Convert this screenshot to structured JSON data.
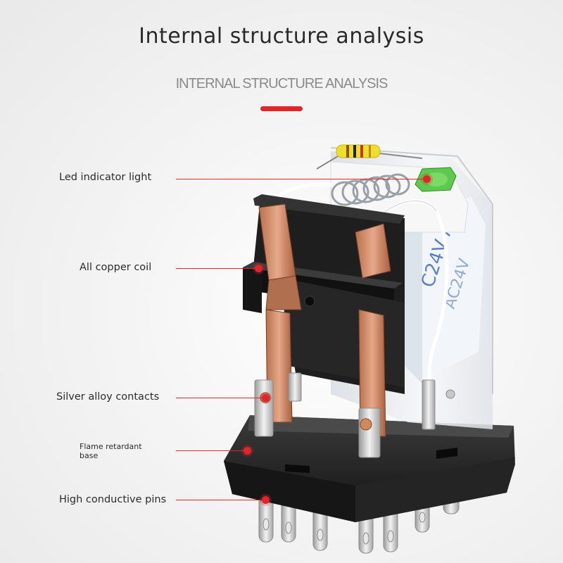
{
  "header": {
    "title": "Internal structure analysis",
    "subtitle": "INTERNAL STRUCTURE ANALYSIS"
  },
  "colors": {
    "accent": "#e0262a",
    "background": "#f3f3f3",
    "text": "#2a2a2a"
  },
  "relay_print": "C24V AC",
  "callouts": [
    {
      "label": "Led indicator light"
    },
    {
      "label": "All copper coil"
    },
    {
      "label": "Silver alloy contacts"
    },
    {
      "label": "Flame retardant base"
    },
    {
      "label": "High conductive pins"
    }
  ]
}
